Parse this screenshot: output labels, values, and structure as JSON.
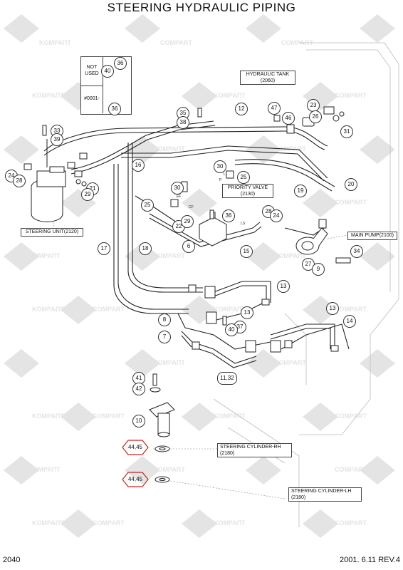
{
  "title": "STEERING HYDRAULIC PIPING",
  "page_number": "2040",
  "revision": "2001. 6.11 REV.4",
  "watermark_text": [
    "KOMPAПT",
    "COMPART"
  ],
  "labels": {
    "not_used": [
      "NOT",
      "USED"
    ],
    "serial": "#0001-",
    "hydraulic_tank": [
      "HYDRAULIC TANK",
      "(2060)"
    ],
    "priority_valve": [
      "PRIORITY VALVE",
      "(2130)"
    ],
    "steering_unit": "STEERING UNIT(2120)",
    "main_pump": "MAIN PUMP(2100)",
    "cyl_rh": [
      "STEERING CYLINDER-RH",
      "(2180)"
    ],
    "cyl_lh": [
      "STEERING CYLINDER-LH",
      "(2180)"
    ],
    "port_l": "L",
    "port_p": "P",
    "port_ef": "EF",
    "port_cf": "CF",
    "port_ls": "LS"
  },
  "callouts": {
    "c36a": "36",
    "c40a": "40",
    "c36b": "36",
    "c35": "35",
    "c38": "38",
    "c12": "12",
    "c47": "47",
    "c46": "46",
    "c23": "23",
    "c26": "26",
    "c31": "31",
    "c33": "33",
    "c39": "39",
    "c16": "16",
    "c30a": "30",
    "c25a": "25",
    "c24a": "24",
    "c28a": "28",
    "c21": "21",
    "c29a": "29",
    "c19": "19",
    "c20": "20",
    "c30b": "30",
    "c25b": "25",
    "c22": "22",
    "c29b": "29",
    "c36c": "36",
    "c28b": "28",
    "c24b": "24",
    "c17": "17",
    "c18": "18",
    "c6": "6",
    "c15": "15",
    "c34": "34",
    "c27": "27",
    "c9": "9",
    "c13a": "13",
    "c8": "8",
    "c13b": "13",
    "c37": "37",
    "c40b": "40",
    "c7": "7",
    "c13c": "13",
    "c14": "14",
    "c11": "11,32",
    "c41": "41",
    "c42": "42",
    "c10": "10",
    "c44a": "44,45",
    "c44b": "44,45"
  }
}
